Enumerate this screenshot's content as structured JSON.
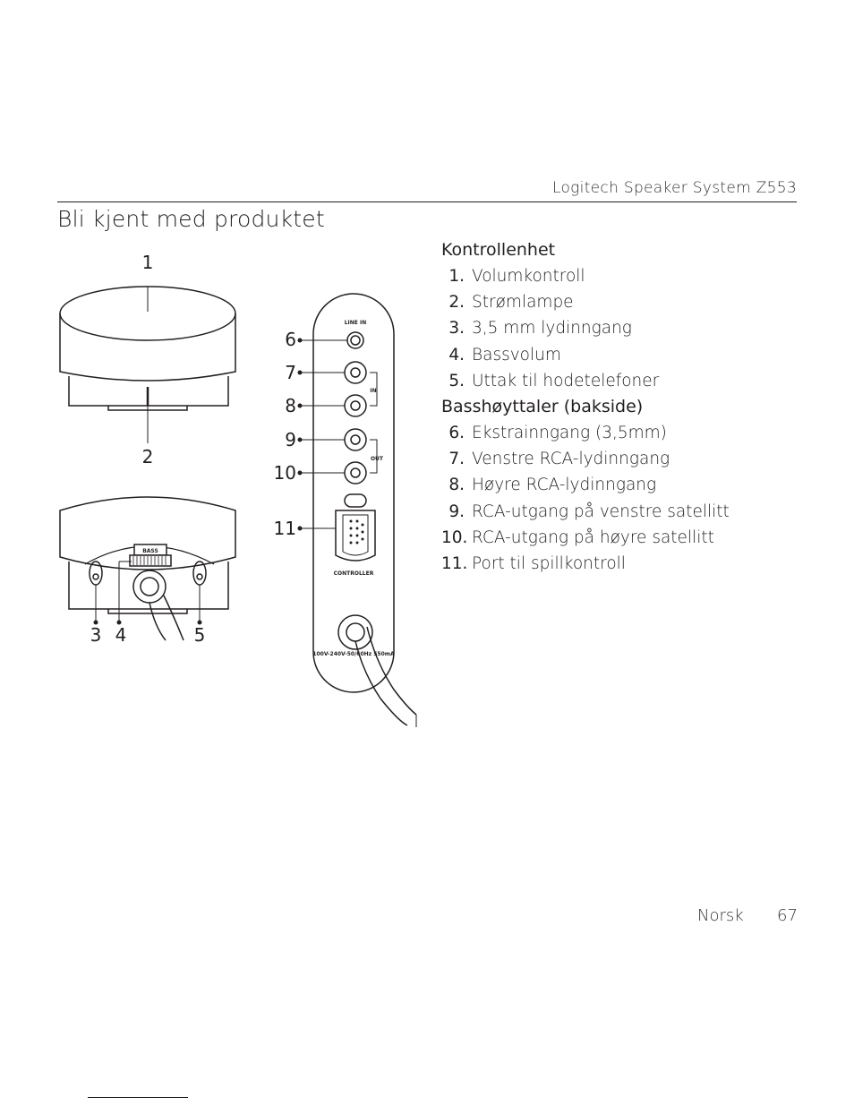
{
  "header": {
    "product_title": "Logitech Speaker System Z553"
  },
  "page_heading": "Bli kjent med produktet",
  "figure_labels": {
    "callouts": [
      "1",
      "2",
      "3",
      "4",
      "5",
      "6",
      "7",
      "8",
      "9",
      "10",
      "11"
    ],
    "line_in": "LINE IN",
    "in": "IN",
    "out": "OUT",
    "controller": "CONTROLLER",
    "bass": "BASS",
    "power_spec": "100V-240V-50/60Hz 550mA"
  },
  "sections": [
    {
      "title": "Kontrollenhet",
      "items": [
        {
          "num": "1.",
          "label": "Volumkontroll"
        },
        {
          "num": "2.",
          "label": "Strømlampe"
        },
        {
          "num": "3.",
          "label": "3,5 mm lydinngang"
        },
        {
          "num": "4.",
          "label": "Bassvolum"
        },
        {
          "num": "5.",
          "label": "Uttak til hodetelefoner"
        }
      ]
    },
    {
      "title": "Basshøyttaler (bakside)",
      "items": [
        {
          "num": "6.",
          "label": "Ekstrainngang (3,5mm)"
        },
        {
          "num": "7.",
          "label": "Venstre RCA-lydinngang"
        },
        {
          "num": "8.",
          "label": "Høyre RCA-lydinngang"
        },
        {
          "num": "9.",
          "label": "RCA-utgang på venstre satellitt"
        },
        {
          "num": "10.",
          "label": "RCA-utgang på høyre satellitt"
        },
        {
          "num": "11.",
          "label": "Port til spillkontroll"
        }
      ]
    }
  ],
  "footer": {
    "language": "Norsk",
    "page_number": "67"
  }
}
